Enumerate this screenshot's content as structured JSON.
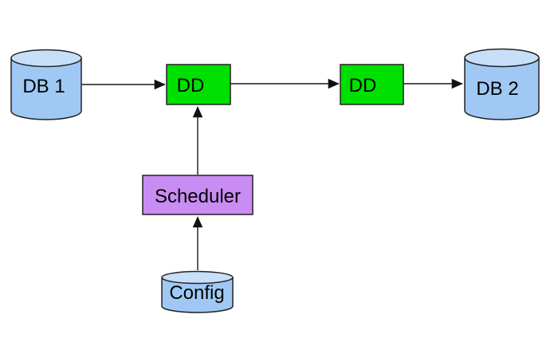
{
  "diagram": {
    "nodes": {
      "db1": {
        "label": "DB 1",
        "shape": "cylinder"
      },
      "dd1": {
        "label": "DD",
        "shape": "rect"
      },
      "dd2": {
        "label": "DD",
        "shape": "rect"
      },
      "db2": {
        "label": "DB 2",
        "shape": "cylinder"
      },
      "scheduler": {
        "label": "Scheduler",
        "shape": "rect"
      },
      "config": {
        "label": "Config",
        "shape": "cylinder"
      }
    },
    "edges": [
      {
        "from": "db1",
        "to": "dd1"
      },
      {
        "from": "dd1",
        "to": "dd2"
      },
      {
        "from": "dd2",
        "to": "db2"
      },
      {
        "from": "scheduler",
        "to": "dd1"
      },
      {
        "from": "config",
        "to": "scheduler"
      }
    ],
    "colors": {
      "database_fill": "#9FC9F4",
      "database_top": "#C7DFF9",
      "process_fill": "#00E000",
      "scheduler_fill": "#C98CF2",
      "outline": "#222222",
      "arrow": "#1A1A1A",
      "background": "#FFFFFF"
    }
  }
}
